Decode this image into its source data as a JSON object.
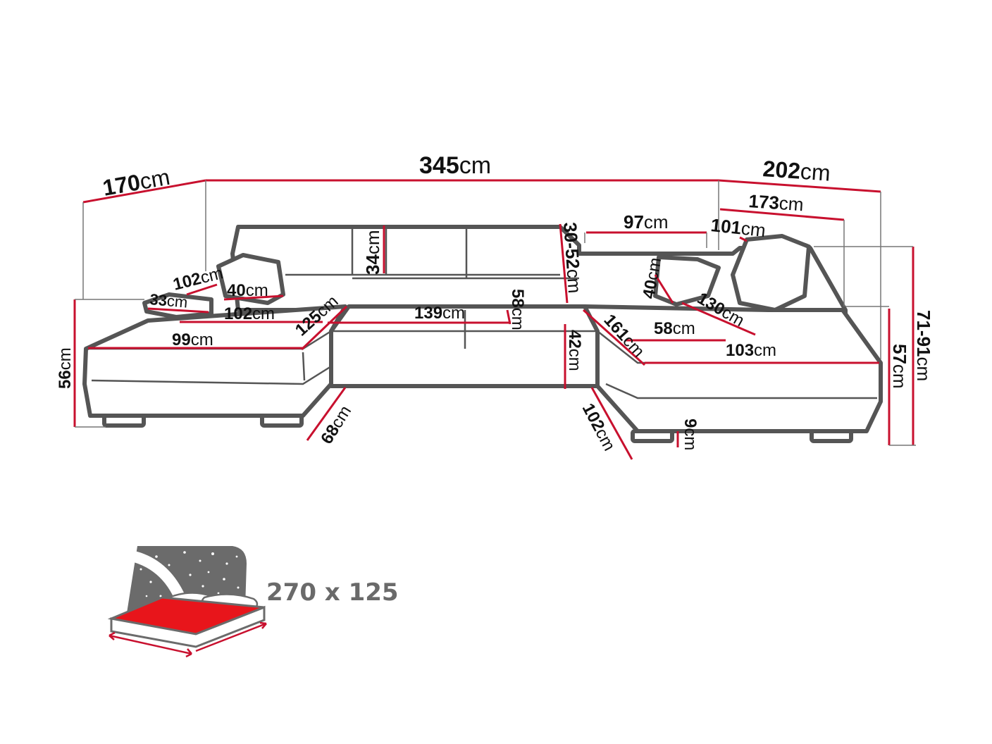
{
  "colors": {
    "outline": "#555555",
    "dimension_line": "#c8102e",
    "bed_fill": "#e8151b",
    "night_sky": "#6b6b6b"
  },
  "dimensions": [
    {
      "id": "d-170",
      "num": "170",
      "unit": "cm"
    },
    {
      "id": "d-345",
      "num": "345",
      "unit": "cm"
    },
    {
      "id": "d-202",
      "num": "202",
      "unit": "cm"
    },
    {
      "id": "d-173",
      "num": "173",
      "unit": "cm"
    },
    {
      "id": "d-97",
      "num": "97",
      "unit": "cm"
    },
    {
      "id": "d-101",
      "num": "101",
      "unit": "cm"
    },
    {
      "id": "d-34",
      "num": "34",
      "unit": "cm"
    },
    {
      "id": "d-30-52",
      "num": "30-52",
      "unit": "cm"
    },
    {
      "id": "d-102a",
      "num": "102",
      "unit": "cm"
    },
    {
      "id": "d-33",
      "num": "33",
      "unit": "cm"
    },
    {
      "id": "d-40a",
      "num": "40",
      "unit": "cm"
    },
    {
      "id": "d-102b",
      "num": "102",
      "unit": "cm"
    },
    {
      "id": "d-125",
      "num": "125",
      "unit": "cm"
    },
    {
      "id": "d-139",
      "num": "139",
      "unit": "cm"
    },
    {
      "id": "d-58a",
      "num": "58",
      "unit": "cm"
    },
    {
      "id": "d-40b",
      "num": "40",
      "unit": "cm"
    },
    {
      "id": "d-130",
      "num": "130",
      "unit": "cm"
    },
    {
      "id": "d-161",
      "num": "161",
      "unit": "cm"
    },
    {
      "id": "d-58b",
      "num": "58",
      "unit": "cm"
    },
    {
      "id": "d-99",
      "num": "99",
      "unit": "cm"
    },
    {
      "id": "d-42",
      "num": "42",
      "unit": "cm"
    },
    {
      "id": "d-103",
      "num": "103",
      "unit": "cm"
    },
    {
      "id": "d-56",
      "num": "56",
      "unit": "cm"
    },
    {
      "id": "d-57",
      "num": "57",
      "unit": "cm"
    },
    {
      "id": "d-71-91",
      "num": "71-91",
      "unit": "cm"
    },
    {
      "id": "d-68",
      "num": "68",
      "unit": "cm"
    },
    {
      "id": "d-102c",
      "num": "102",
      "unit": "cm"
    },
    {
      "id": "d-9",
      "num": "9",
      "unit": "cm"
    }
  ],
  "legend": {
    "bed_size": "270 x 125",
    "icon": "bed-night-icon"
  }
}
